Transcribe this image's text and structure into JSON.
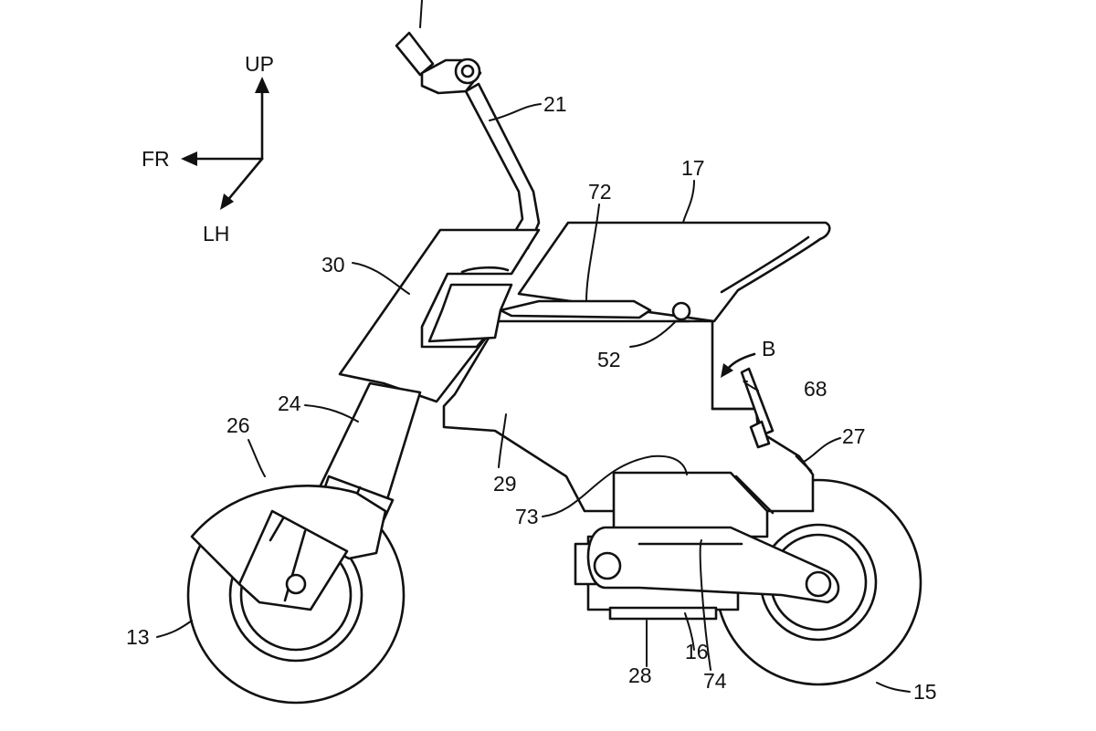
{
  "axes": {
    "up": "UP",
    "front": "FR",
    "left": "LH",
    "arrow_b": "B"
  },
  "labels": {
    "n13": "13",
    "n15": "15",
    "n16": "16",
    "n17": "17",
    "n21": "21",
    "n24": "24",
    "n26": "26",
    "n27": "27",
    "n28": "28",
    "n29": "29",
    "n30": "30",
    "n52": "52",
    "n68": "68",
    "n72": "72",
    "n73": "73",
    "n74": "74"
  }
}
